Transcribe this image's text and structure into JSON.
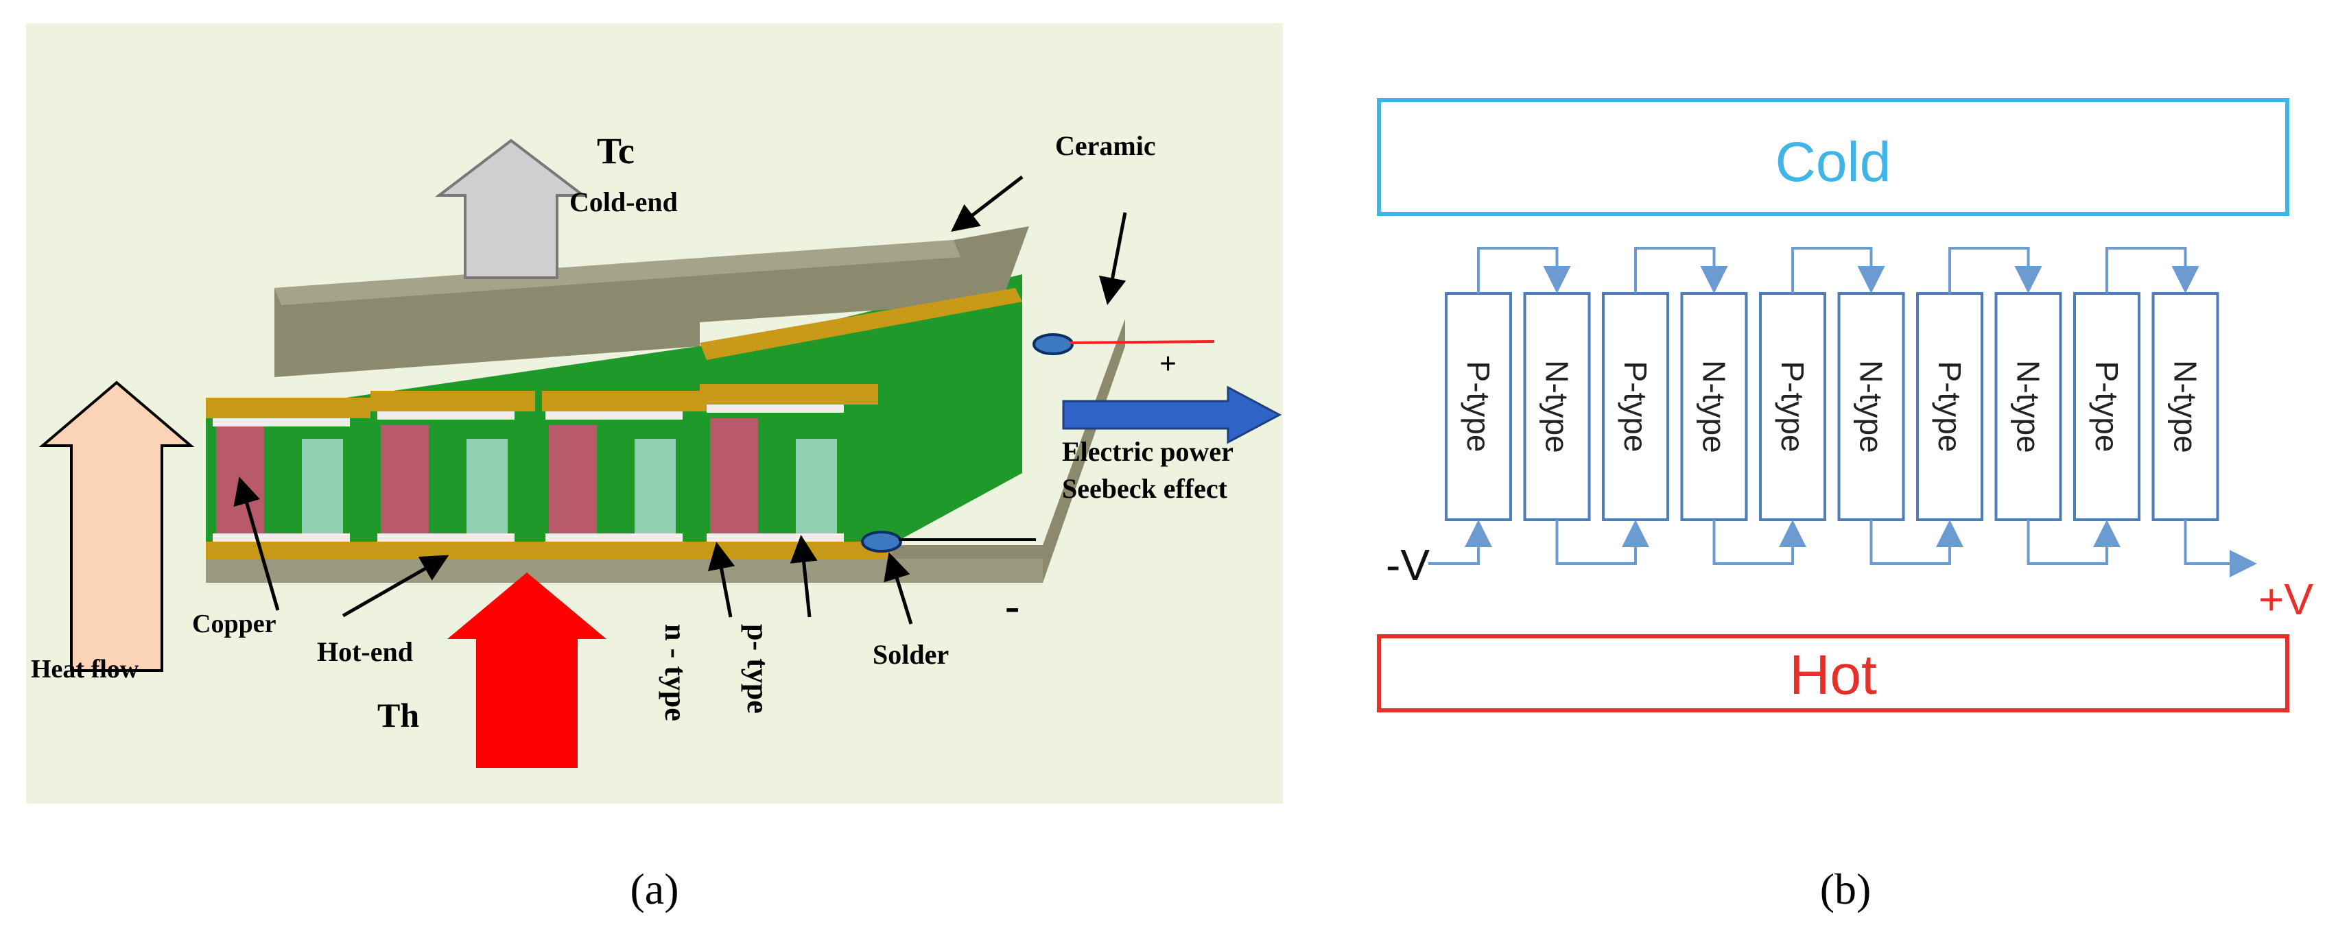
{
  "panel_a": {
    "caption": "(a)",
    "labels": {
      "tc": "Tc",
      "cold_end": "Cold-end",
      "ceramic": "Ceramic",
      "plus": "+",
      "electric_power": "Electric power",
      "seebeck": "Seebeck effect",
      "minus": "-",
      "copper": "Copper",
      "heat_flow": "Heat flow",
      "hot_end": "Hot-end",
      "th": "Th",
      "n_type": "n - type",
      "p_type": "p- type",
      "solder": "Solder"
    },
    "colors": {
      "background": "#eef3df",
      "ceramic": "#8c8a6e",
      "copper": "#c89a18",
      "green": "#1f9a2a",
      "n_leg": "#b85a6a",
      "p_leg": "#8fd0b0",
      "hot_arrow": "#ff0000",
      "cold_arrow": "#cfcfcf",
      "heat_arrow": "#fbd4b8",
      "power_arrow": "#2f64c6"
    }
  },
  "panel_b": {
    "caption": "(b)",
    "cold_label": "Cold",
    "hot_label": "Hot",
    "neg_label": "-V",
    "pos_label": "+V",
    "legs": [
      "P-type",
      "N-type",
      "P-type",
      "N-type",
      "P-type",
      "N-type",
      "P-type",
      "N-type",
      "P-type",
      "N-type"
    ],
    "colors": {
      "cold": "#3fb4e6",
      "hot": "#e8302a",
      "leg_border": "#4e7db8",
      "wire": "#6b9bd1",
      "pos_v": "#e8302a"
    }
  }
}
